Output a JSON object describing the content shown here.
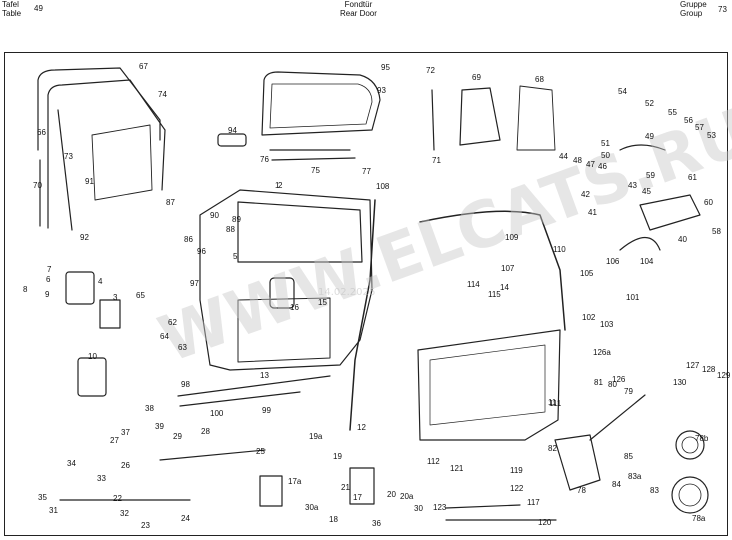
{
  "header": {
    "left_line1": "Tafel",
    "left_line2": "Table",
    "table_number": "49",
    "title_de": "Fondtür",
    "title_en": "Rear Door",
    "right_line1": "Gruppe",
    "right_line2": "Group",
    "group_number": "73"
  },
  "watermark": {
    "text": "WWW.ELCATS.RU",
    "date": "14.02.2026"
  },
  "callouts": [
    "1",
    "2",
    "3",
    "4",
    "5",
    "6",
    "7",
    "8",
    "9",
    "10",
    "11",
    "12",
    "13",
    "14",
    "15",
    "16",
    "17",
    "17a",
    "18",
    "19",
    "19a",
    "20",
    "20a",
    "21",
    "22",
    "23",
    "24",
    "25",
    "26",
    "27",
    "28",
    "29",
    "30",
    "30a",
    "31",
    "32",
    "33",
    "34",
    "35",
    "36",
    "37",
    "38",
    "39",
    "40",
    "41",
    "42",
    "43",
    "44",
    "45",
    "46",
    "47",
    "48",
    "49",
    "50",
    "51",
    "52",
    "53",
    "54",
    "55",
    "56",
    "57",
    "58",
    "59",
    "60",
    "61",
    "62",
    "63",
    "64",
    "65",
    "66",
    "67",
    "68",
    "69",
    "70",
    "71",
    "72",
    "73",
    "74",
    "75",
    "76",
    "77",
    "78",
    "78a",
    "78b",
    "79",
    "80",
    "81",
    "82",
    "83",
    "83a",
    "84",
    "85",
    "86",
    "87",
    "88",
    "89",
    "90",
    "91",
    "92",
    "93",
    "94",
    "95",
    "96",
    "97",
    "98",
    "99",
    "100",
    "101",
    "102",
    "103",
    "104",
    "105",
    "106",
    "107",
    "108",
    "109",
    "110",
    "111",
    "112",
    "114",
    "115",
    "117",
    "119",
    "120",
    "121",
    "122",
    "123",
    "126",
    "126a",
    "127",
    "128",
    "129",
    "130"
  ]
}
